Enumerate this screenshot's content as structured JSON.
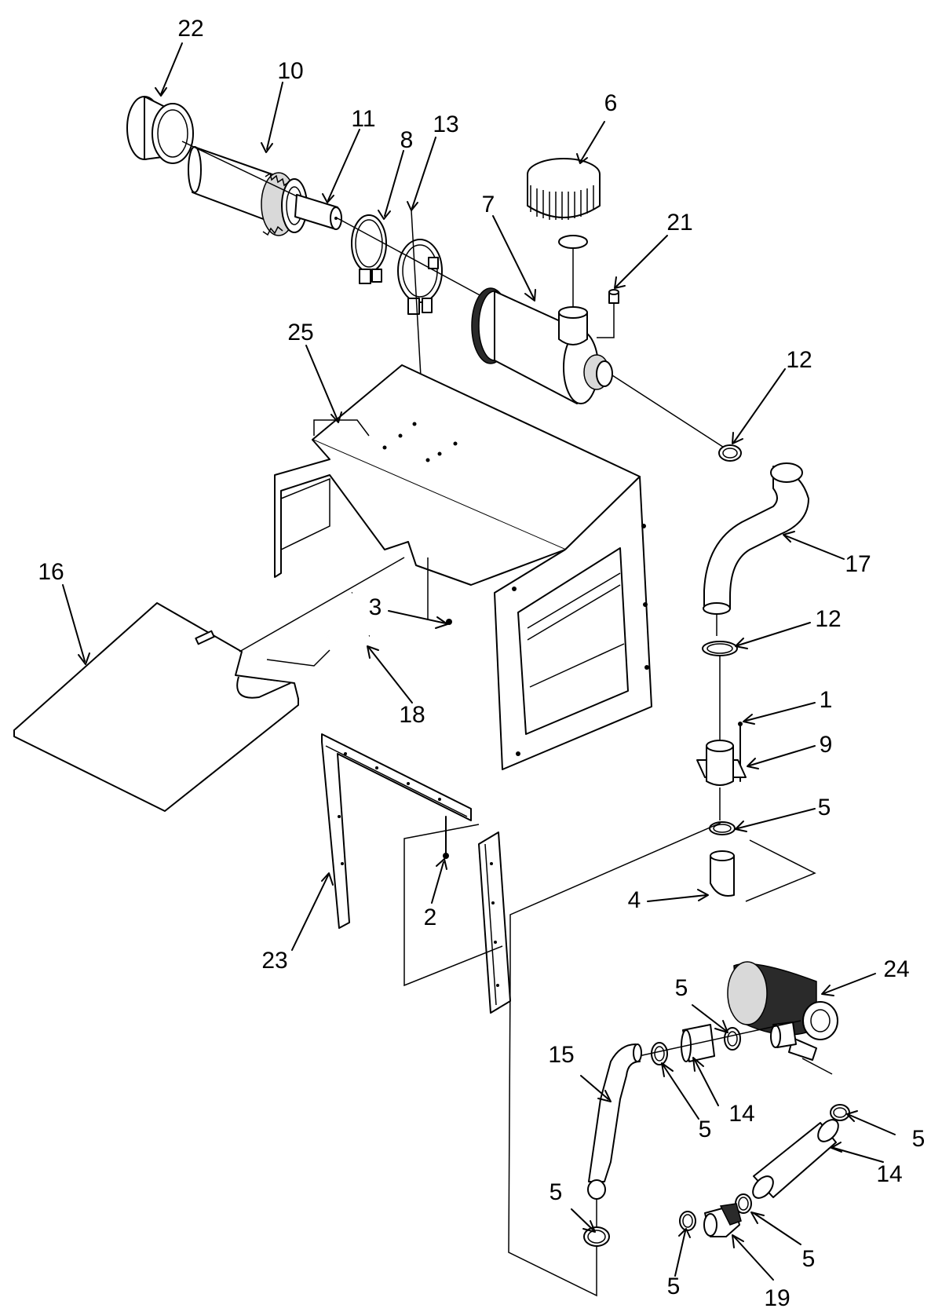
{
  "callouts": [
    {
      "id": "c22",
      "text": "22"
    },
    {
      "id": "c10",
      "text": "10"
    },
    {
      "id": "c11",
      "text": "11"
    },
    {
      "id": "c8",
      "text": "8"
    },
    {
      "id": "c13",
      "text": "13"
    },
    {
      "id": "c6",
      "text": "6"
    },
    {
      "id": "c7",
      "text": "7"
    },
    {
      "id": "c21",
      "text": "21"
    },
    {
      "id": "c25",
      "text": "25"
    },
    {
      "id": "c12a",
      "text": "12"
    },
    {
      "id": "c17",
      "text": "17"
    },
    {
      "id": "c16",
      "text": "16"
    },
    {
      "id": "c3",
      "text": "3"
    },
    {
      "id": "c12b",
      "text": "12"
    },
    {
      "id": "c18",
      "text": "18"
    },
    {
      "id": "c1",
      "text": "1"
    },
    {
      "id": "c9",
      "text": "9"
    },
    {
      "id": "c5a",
      "text": "5"
    },
    {
      "id": "c4",
      "text": "4"
    },
    {
      "id": "c23",
      "text": "23"
    },
    {
      "id": "c2",
      "text": "2"
    },
    {
      "id": "c24",
      "text": "24"
    },
    {
      "id": "c5b",
      "text": "5"
    },
    {
      "id": "c15",
      "text": "15"
    },
    {
      "id": "c5c",
      "text": "5"
    },
    {
      "id": "c14a",
      "text": "14"
    },
    {
      "id": "c5d",
      "text": "5"
    },
    {
      "id": "c14b",
      "text": "14"
    },
    {
      "id": "c5e",
      "text": "5"
    },
    {
      "id": "c5f",
      "text": "5"
    },
    {
      "id": "c5g",
      "text": "5"
    },
    {
      "id": "c19",
      "text": "19"
    }
  ]
}
